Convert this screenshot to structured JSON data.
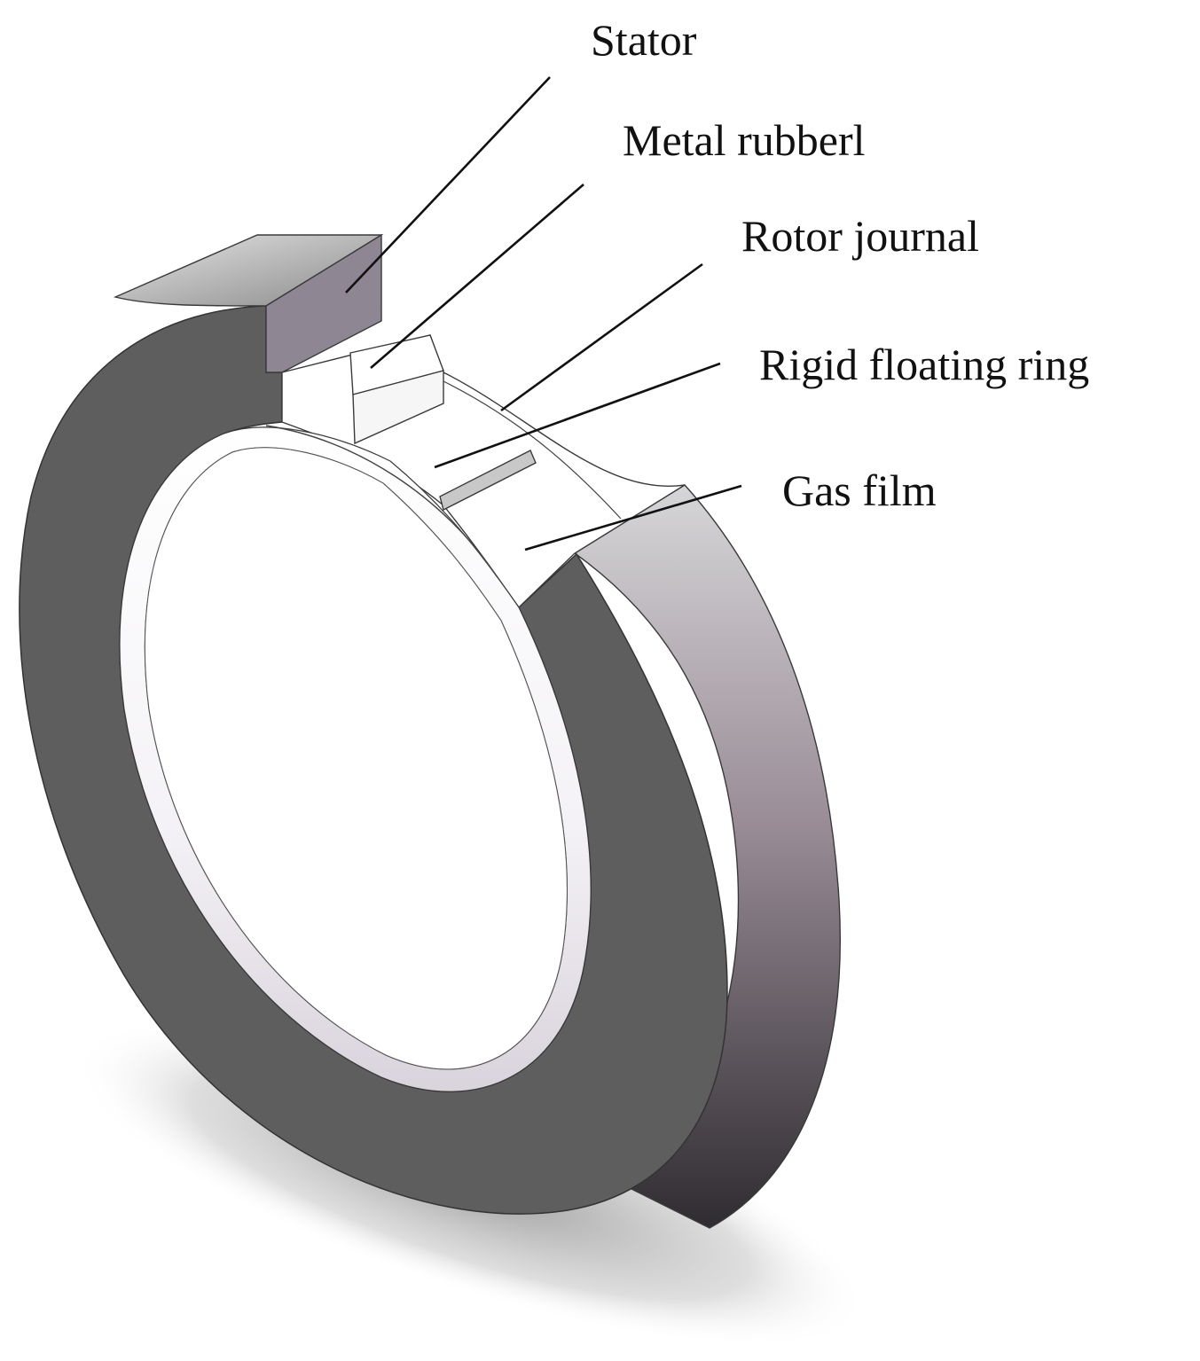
{
  "labels": {
    "stator": "Stator",
    "metal_rubber": "Metal rubberl",
    "rotor_journal": "Rotor journal",
    "rigid_floating_ring": "Rigid floating ring",
    "gas_film": "Gas film"
  },
  "colors": {
    "background": "#ffffff",
    "stator_face": "#5e5e5e",
    "stator_outer_light": "#c9c9cb",
    "stator_outer_mid": "#9a8d97",
    "stator_outer_dark": "#2f2c31",
    "stator_cut_face": "#8f8693",
    "component_white": "#ffffff",
    "edge_lines": "#3a3a3a",
    "shadow": "#9b9b9b"
  }
}
